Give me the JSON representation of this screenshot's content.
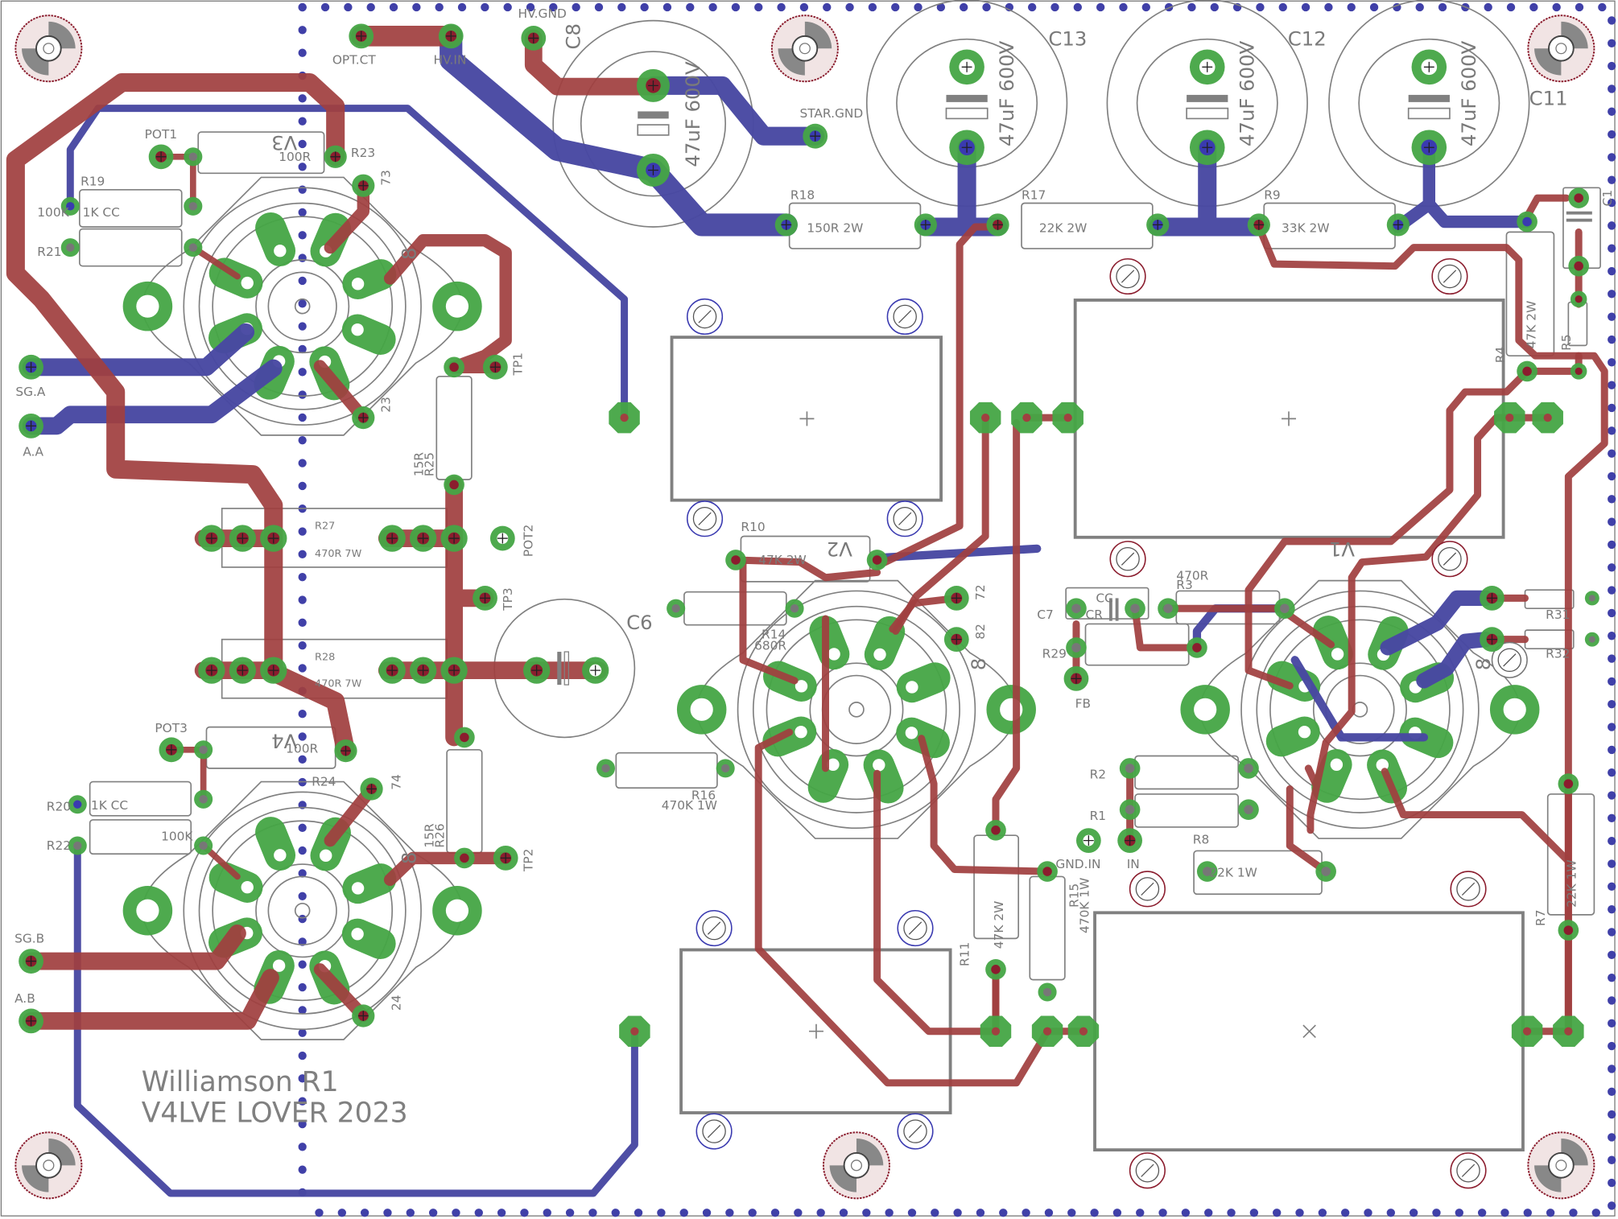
{
  "board": {
    "title_line1": "Williamson R1",
    "title_line2": "V4LVE LOVER 2023"
  },
  "colors": {
    "top_copper": "#a04040",
    "bottom_copper": "#4848a2",
    "pads": "#44a544",
    "silkscreen": "#808080",
    "board_outline": "#ffffff"
  },
  "labels": {
    "opt_ct": "OPT.CT",
    "hv_in": "HV.IN",
    "hv_gnd": "HV.GND",
    "star_gnd": "STAR.GND",
    "c8": "C8",
    "c13": "C13",
    "c12": "C12",
    "c11": "C11",
    "c1": "C1",
    "c6": "C6",
    "c7": "C7",
    "cap_value": "47uF 600V",
    "r18": "R18",
    "r18_val": "150R 2W",
    "r17": "R17",
    "r17_val": "22K 2W",
    "r9": "R9",
    "r9_val": "33K 2W",
    "r4": "R4",
    "r4_val": "47K 2W",
    "r5": "R5",
    "pot1": "POT1",
    "r23": "R23",
    "r23_val": "100R",
    "v3": "V3",
    "r19": "R19",
    "r19_val": "1K CC",
    "r21": "R21",
    "r21_val": "100K",
    "pin73": "73",
    "pin23": "23",
    "pin8a": "8",
    "tp1": "TP1",
    "sg_a": "SG.A",
    "a_a": "A.A",
    "r25": "R25",
    "r25_val": "15R",
    "r27": "R27",
    "r27_val": "470R 7W",
    "pot2": "POT2",
    "tp3": "TP3",
    "r28": "R28",
    "r28_val": "470R 7W",
    "pot3": "POT3",
    "r24": "R24",
    "r24_val": "100R",
    "v4": "V4",
    "pin74": "74",
    "pin24": "24",
    "pin8b": "8",
    "r20": "R20",
    "r20_val": "1K CC",
    "r22": "R22",
    "r22_val": "100K",
    "sg_b": "SG.B",
    "a_b": "A.B",
    "r26": "R26",
    "r26_val": "15R",
    "tp2": "TP2",
    "r10": "R10",
    "r10_val": "47K 2W",
    "v2": "V2",
    "pin72": "72",
    "pin82": "82",
    "pin8c": "8",
    "r14": "R14",
    "r14_val": "680R",
    "r16": "R16",
    "r16_val": "470K 1W",
    "cc": "CC",
    "cr": "CR",
    "r29": "R29",
    "fb": "FB",
    "r3": "R3",
    "r3_val": "470R",
    "v1": "V1",
    "pin8d": "8",
    "r31": "R31",
    "r32": "R32",
    "r2": "R2",
    "r1": "R1",
    "gnd_in": "GND.IN",
    "in": "IN",
    "r8": "R8",
    "r8_val": "22K 1W",
    "r11": "R11",
    "r11_val": "47K 2W",
    "r15": "R15",
    "r15_val": "470K 1W",
    "r7": "R7",
    "r7_val": "22K 1W"
  }
}
